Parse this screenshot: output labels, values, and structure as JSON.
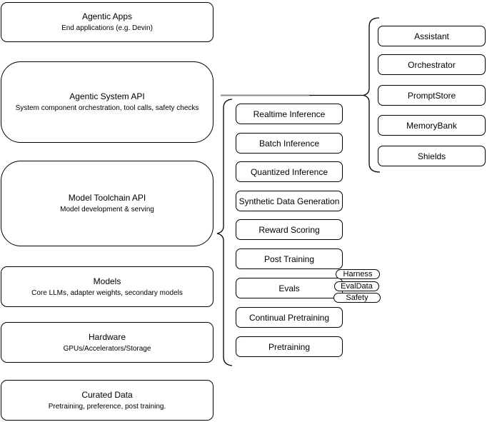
{
  "left_stack": [
    {
      "title": "Agentic Apps",
      "subtitle": "End applications (e.g. Devin)"
    },
    {
      "title": "Agentic System API",
      "subtitle": "System component orchestration, tool calls, safety checks"
    },
    {
      "title": "Model Toolchain API",
      "subtitle": "Model development & serving"
    },
    {
      "title": "Models",
      "subtitle": "Core LLMs, adapter weights, secondary models"
    },
    {
      "title": "Hardware",
      "subtitle": "GPUs/Accelerators/Storage"
    },
    {
      "title": "Curated Data",
      "subtitle": "Pretraining, preference, post training."
    }
  ],
  "toolchain_components": [
    {
      "label": "Realtime Inference"
    },
    {
      "label": "Batch Inference"
    },
    {
      "label": "Quantized Inference"
    },
    {
      "label": "Synthetic Data Generation"
    },
    {
      "label": "Reward Scoring"
    },
    {
      "label": "Post Training"
    },
    {
      "label": "Evals"
    },
    {
      "label": "Continual Pretraining"
    },
    {
      "label": "Pretraining"
    }
  ],
  "eval_tags": [
    {
      "label": "Harness"
    },
    {
      "label": "EvalData"
    },
    {
      "label": "Safety"
    }
  ],
  "system_components": [
    {
      "label": "Assistant"
    },
    {
      "label": "Orchestrator"
    },
    {
      "label": "PromptStore"
    },
    {
      "label": "MemoryBank"
    },
    {
      "label": "Shields"
    }
  ],
  "colors": {
    "stroke": "#000000",
    "fill": "#ffffff",
    "connector_gray": "#8a8a8a"
  }
}
